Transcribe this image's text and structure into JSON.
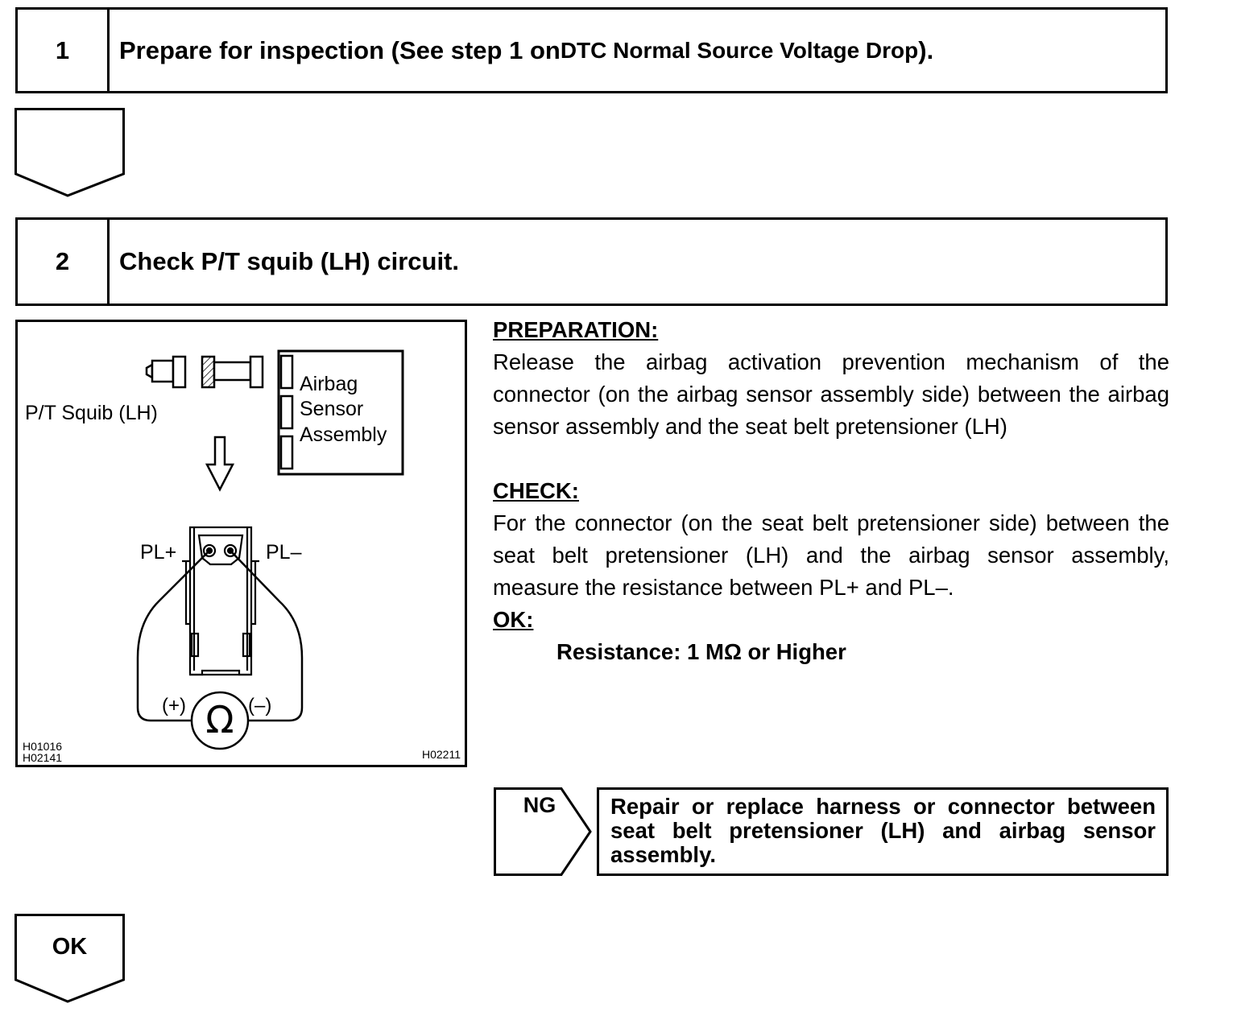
{
  "step1": {
    "number": "1",
    "title": "Prepare for inspection (See step 1 on ",
    "title_ref": "DTC Normal Source Voltage Drop",
    "title_end": ")."
  },
  "step2": {
    "number": "2",
    "title": "Check P/T squib (LH) circuit."
  },
  "figure": {
    "label_squib": "P/T Squib (LH)",
    "label_sensor_lines": [
      "Airbag",
      "Sensor",
      "Assembly"
    ],
    "label_pl_plus": "PL+",
    "label_pl_minus": "PL–",
    "label_meter_plus": "(+)",
    "label_meter_minus": "(–)",
    "meter_symbol": "Ω",
    "code_left_1": "H01016",
    "code_left_2": "H02141",
    "code_right": "H02211"
  },
  "preparation": {
    "heading": "PREPARATION:",
    "text": "Release the airbag activation prevention mechanism of the connector (on the airbag sensor assembly side) between the airbag sensor assembly and the seat belt pretensioner (LH)"
  },
  "check": {
    "heading": "CHECK:",
    "text": "For the connector (on the seat belt pretensioner side) between the seat belt pretensioner (LH) and the airbag sensor assembly, measure the resistance between PL+ and PL–."
  },
  "ok": {
    "heading": "OK:",
    "spec": "Resistance: 1 MΩ or Higher"
  },
  "ng": {
    "label": "NG",
    "action": "Repair or replace harness or connector be­tween seat belt pretensioner (LH) and airbag sensor assembly."
  },
  "ok_arrow": {
    "label": "OK"
  }
}
